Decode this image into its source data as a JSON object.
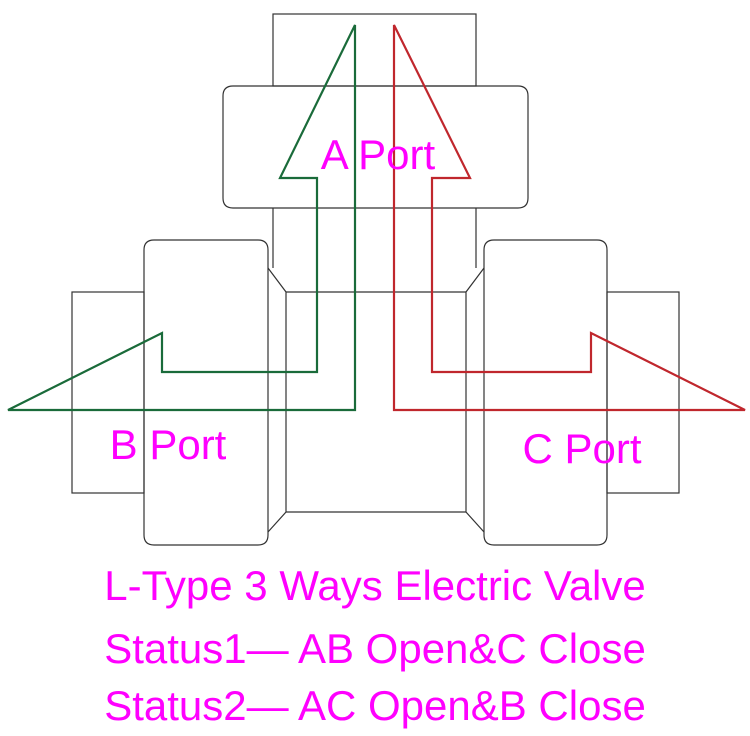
{
  "ports": {
    "a_label": "A Port",
    "b_label": "B Port",
    "c_label": "C Port"
  },
  "caption": {
    "title": "L-Type 3 Ways Electric Valve",
    "status1": "Status1— AB Open&C Close",
    "status2": "Status2— AC Open&B Close"
  },
  "colors": {
    "outline": "#333333",
    "label": "#ff00ff",
    "path_ab": "#1a6b3a",
    "path_ac": "#c0272d"
  }
}
